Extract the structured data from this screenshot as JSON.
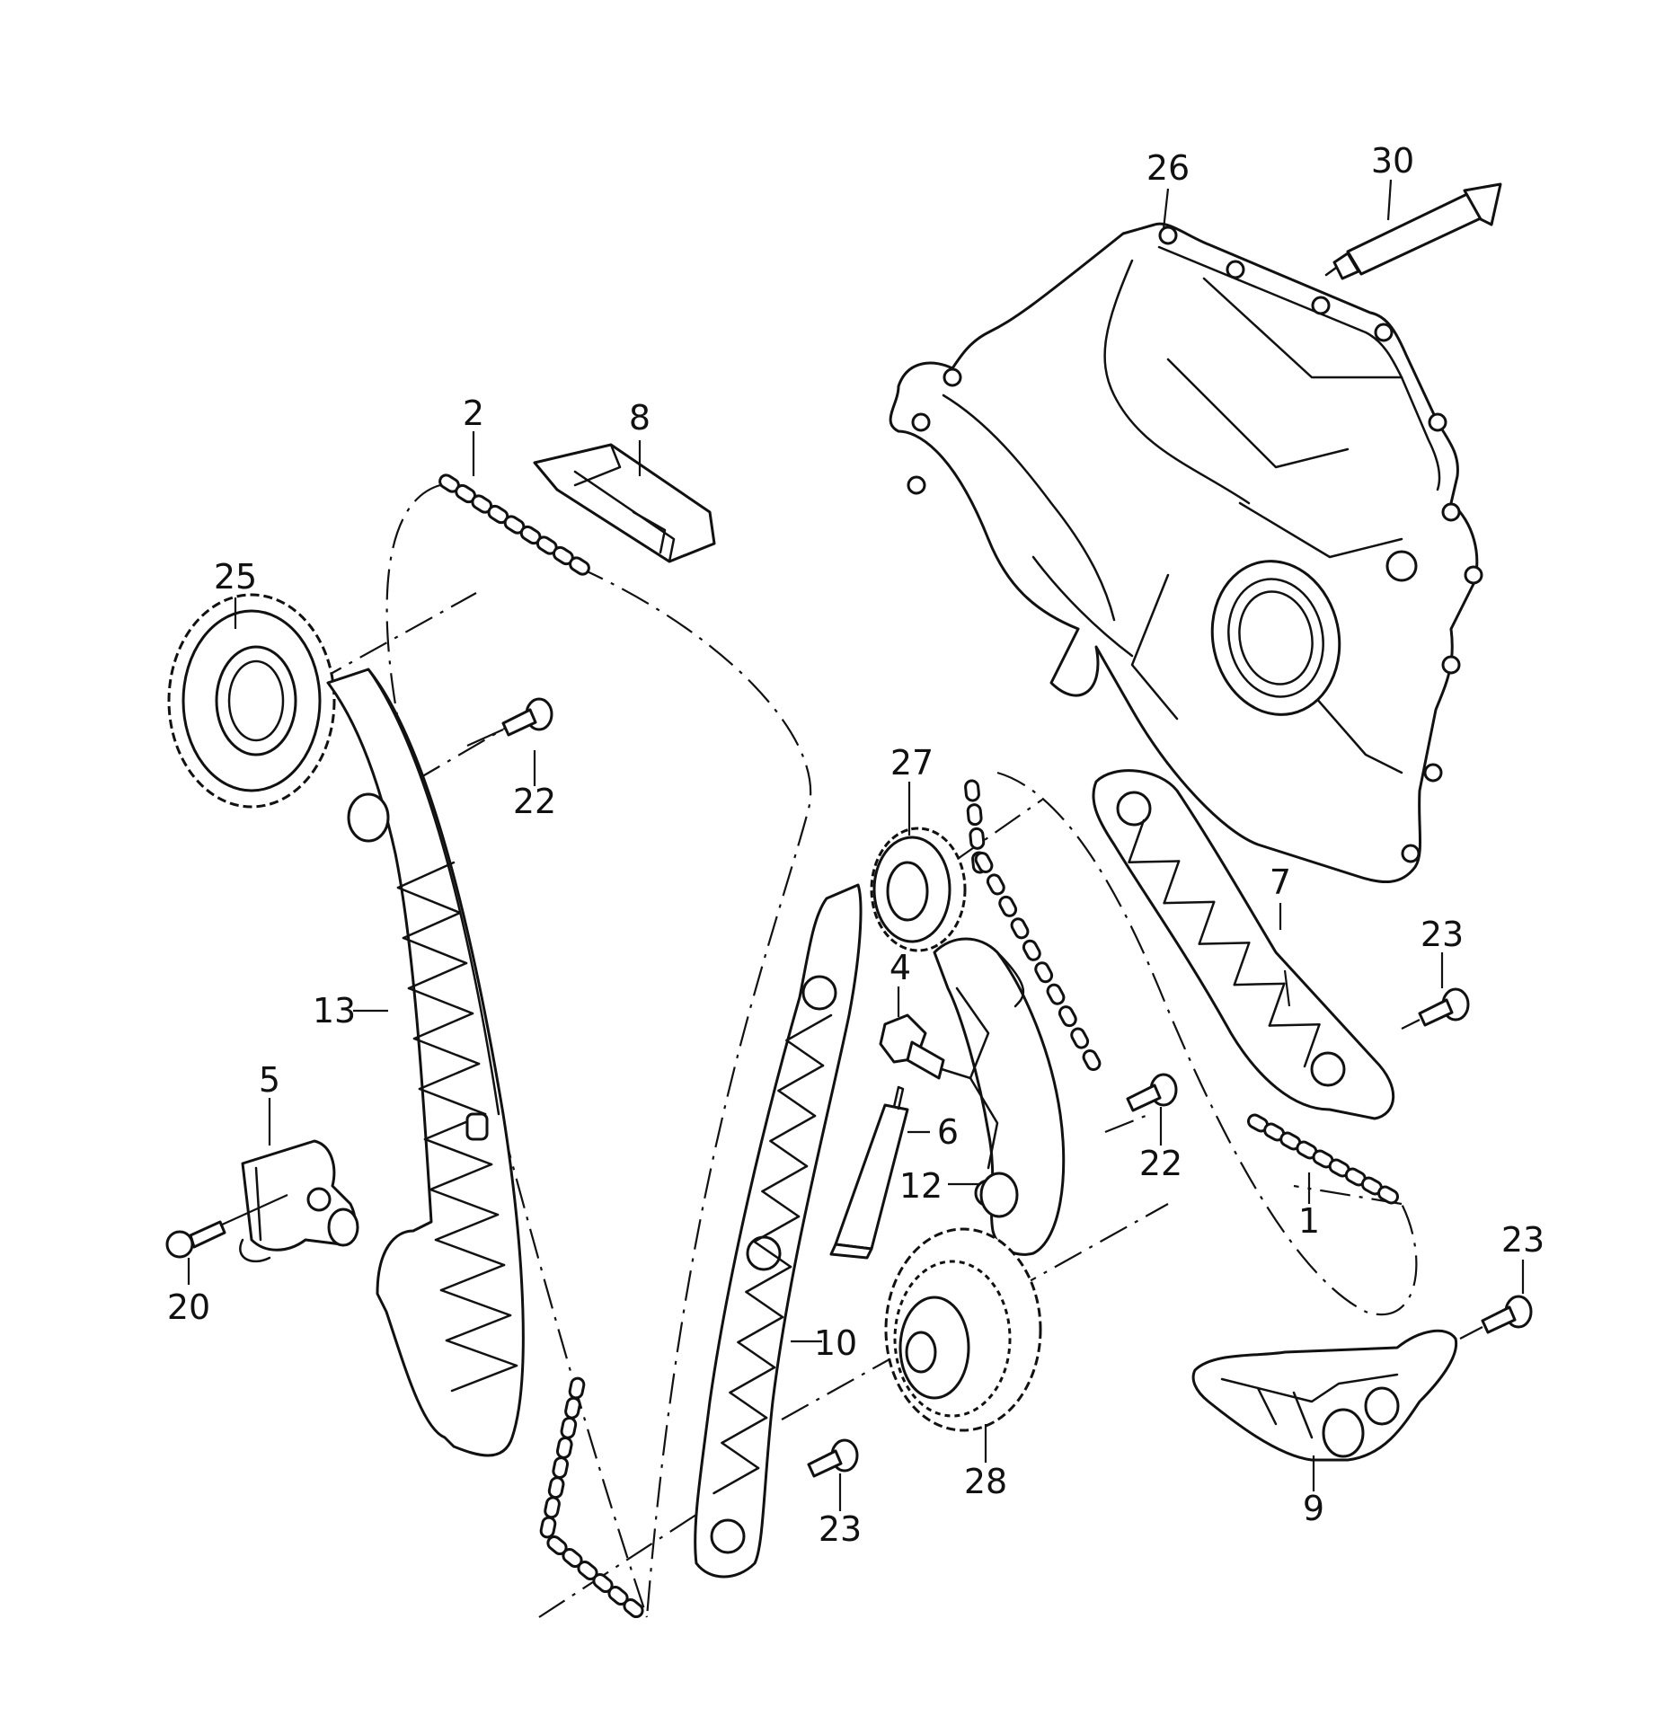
{
  "callouts": {
    "c1": "1",
    "c2": "2",
    "c4": "4",
    "c5": "5",
    "c6": "6",
    "c7": "7",
    "c8": "8",
    "c9": "9",
    "c10": "10",
    "c12": "12",
    "c13": "13",
    "c20": "20",
    "c22a": "22",
    "c22b": "22",
    "c23a": "23",
    "c23b": "23",
    "c23c": "23",
    "c25": "25",
    "c26": "26",
    "c27": "27",
    "c28": "28",
    "c30": "30"
  }
}
